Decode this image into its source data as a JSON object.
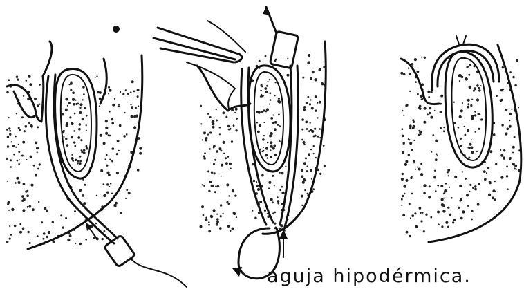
{
  "figure": {
    "caption": "aguja hipodérmica.",
    "panels": [
      "left-panel",
      "middle-panel",
      "right-panel"
    ],
    "ink_color": "#111111",
    "background": "#ffffff"
  }
}
